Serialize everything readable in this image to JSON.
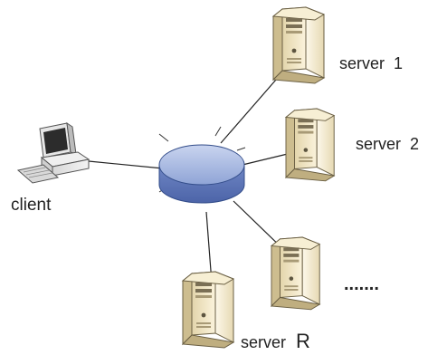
{
  "diagram": {
    "client_label": "client",
    "servers": [
      {
        "label": "server  1"
      },
      {
        "label": "server  2"
      },
      {
        "label": "server"
      },
      {
        "label": ""
      }
    ],
    "server_r_letter": "R",
    "ellipsis": ".......",
    "hub_icon": "router-icon",
    "client_icon": "desktop-computer-icon",
    "server_icon": "tower-server-icon",
    "colors": {
      "hub_fill": "#8fa4d6",
      "server_body": "#f1e6c6",
      "link_line": "#222222"
    }
  }
}
